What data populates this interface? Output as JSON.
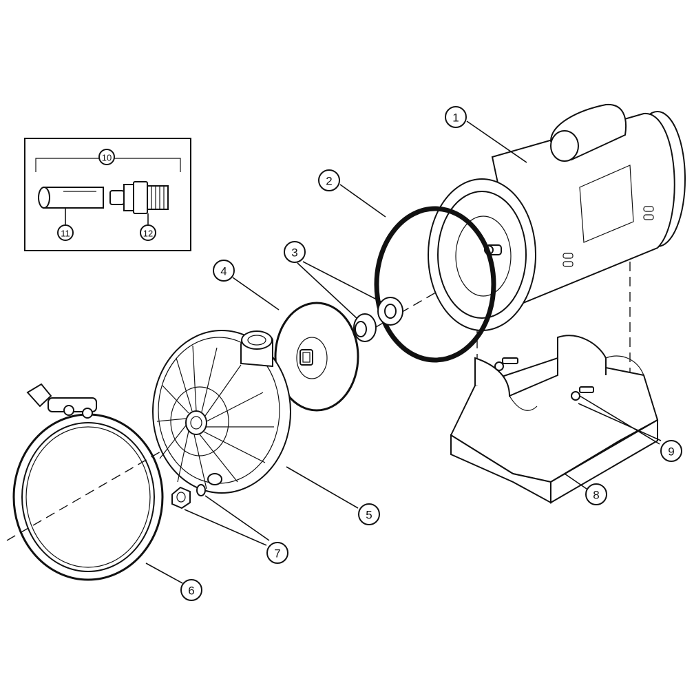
{
  "diagram": {
    "parts": [
      {
        "number": "1",
        "part": "motor"
      },
      {
        "number": "2",
        "part": "o-ring"
      },
      {
        "number": "3",
        "part": "seal"
      },
      {
        "number": "4",
        "part": "impeller"
      },
      {
        "number": "5",
        "part": "pump-housing"
      },
      {
        "number": "6",
        "part": "clamp"
      },
      {
        "number": "7",
        "part": "drain-plug"
      },
      {
        "number": "8",
        "part": "motor-base"
      },
      {
        "number": "9",
        "part": "bolt-washer"
      },
      {
        "number": "10",
        "part": "hose-kit"
      },
      {
        "number": "11",
        "part": "hose"
      },
      {
        "number": "12",
        "part": "hose-adapter"
      }
    ],
    "callouts": {
      "c1": "1",
      "c2": "2",
      "c3": "3",
      "c4": "4",
      "c5": "5",
      "c6": "6",
      "c7": "7",
      "c8": "8",
      "c9": "9",
      "c10": "10",
      "c11": "11",
      "c12": "12"
    }
  }
}
